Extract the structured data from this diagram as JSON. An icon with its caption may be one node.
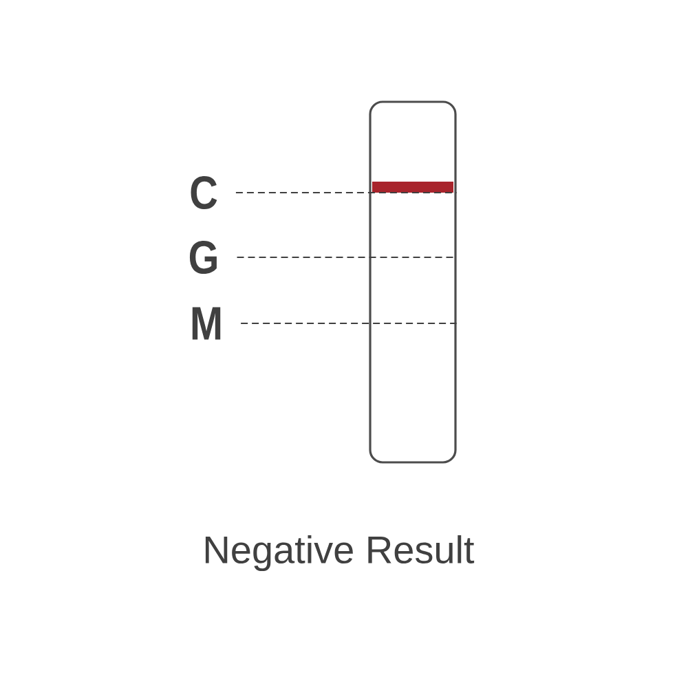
{
  "diagram": {
    "caption": "Negative Result",
    "nodes": [
      {
        "text": [],
        "shape": "box"
      },
      {
        "text": [
          "C"
        ]
      },
      {
        "text": [
          "G"
        ]
      },
      {
        "text": [
          "M"
        ]
      }
    ],
    "edges": [
      {
        "from": 1,
        "to": 0,
        "arrow": "none",
        "style": "dashed"
      },
      {
        "from": 2,
        "to": 0,
        "arrow": "none",
        "style": "dashed"
      },
      {
        "from": 3,
        "to": 0,
        "arrow": "none",
        "style": "dashed"
      }
    ]
  }
}
